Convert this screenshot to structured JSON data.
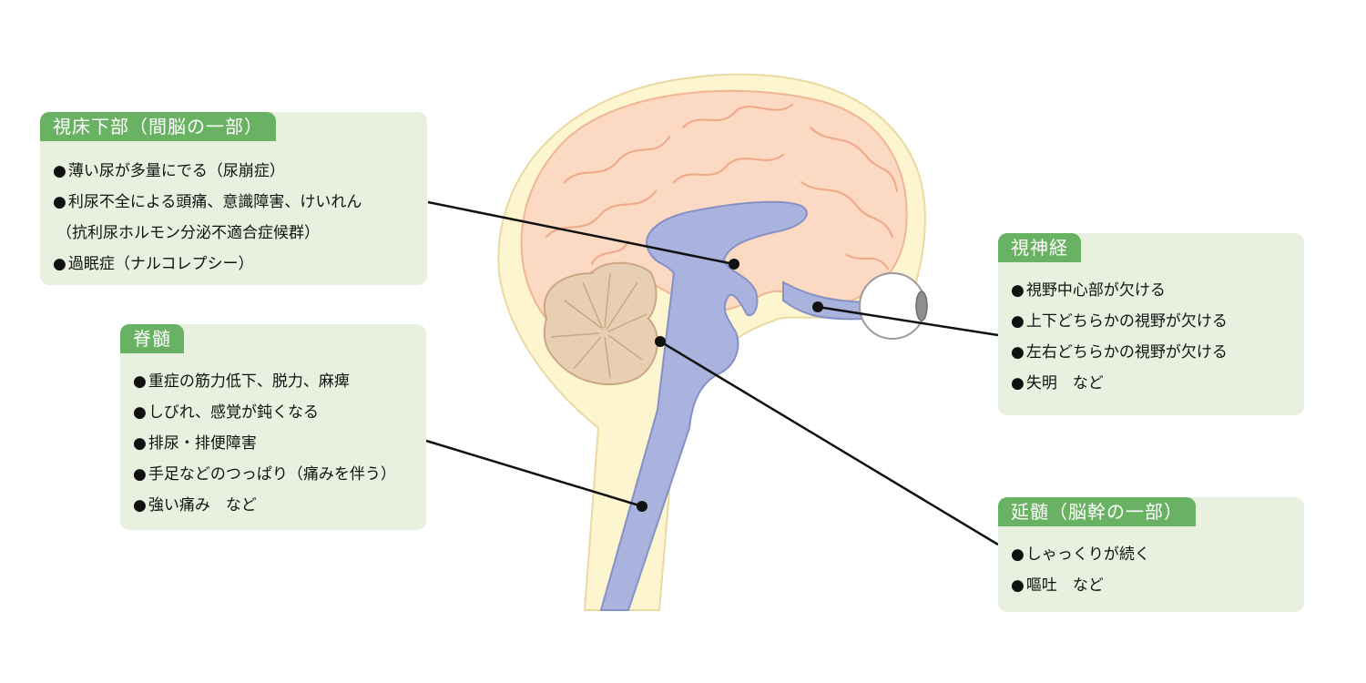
{
  "boxes": {
    "hypothalamus": {
      "title": "視床下部（間脳の一部）",
      "items": [
        "薄い尿が多量にでる（尿崩症）",
        "利尿不全による頭痛、意識障害、けいれん",
        "（抗利尿ホルモン分泌不適合症候群）",
        "過眠症（ナルコレプシー）"
      ]
    },
    "spinal_cord": {
      "title": "脊髄",
      "items": [
        "重症の筋力低下、脱力、麻痺",
        "しびれ、感覚が鈍くなる",
        "排尿・排便障害",
        "手足などのつっぱり（痛みを伴う）",
        "強い痛み　など"
      ]
    },
    "optic_nerve": {
      "title": "視神経",
      "items": [
        "視野中心部が欠ける",
        "上下どちらかの視野が欠ける",
        "左右どちらかの視野が欠ける",
        "失明　など"
      ]
    },
    "medulla": {
      "title": "延髄（脳幹の一部）",
      "items": [
        "しゃっくりが続く",
        "嘔吐　など"
      ]
    }
  },
  "bullet": "●",
  "colors": {
    "title_bg": "#6ab263",
    "box_bg": "#e8f1e0",
    "brain": "#fbd9c2",
    "brain_outline": "#f2b592",
    "csf": "#fcf5d0",
    "ventricle": "#a9b3dd",
    "cerebellum": "#e8cfb3"
  }
}
